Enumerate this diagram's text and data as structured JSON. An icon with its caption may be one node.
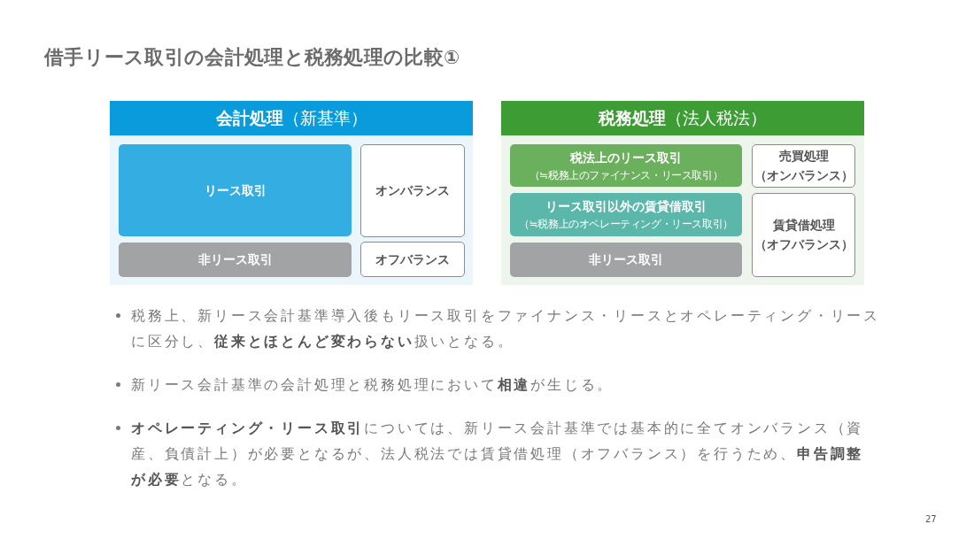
{
  "diagram": {
    "title": "借手リース取引の会計処理と税務処理の比較①",
    "nodes": [
      {
        "text": [
          "**会計処理**（新基準）"
        ]
      },
      {
        "text": [
          "リース取引"
        ],
        "in": 0
      },
      {
        "text": [
          "オンバランス"
        ],
        "in": 0
      },
      {
        "text": [
          "非リース取引"
        ],
        "in": 0
      },
      {
        "text": [
          "オフバランス"
        ],
        "in": 0
      },
      {
        "text": [
          "**税務処理**（法人税法）"
        ]
      },
      {
        "text": [
          "税法上のリース取引",
          "（≒税務上のファイナンス・リース取引）"
        ],
        "in": 5
      },
      {
        "text": [
          "売買処理",
          "（オンバランス）"
        ],
        "in": 5
      },
      {
        "text": [
          "リース取引以外の賃貸借取引",
          "（≒税務上のオペレーティング・リース取引）"
        ],
        "in": 5
      },
      {
        "text": [
          "賃貸借処理",
          "（オフバランス）"
        ],
        "in": 5
      },
      {
        "text": [
          "非リース取引"
        ],
        "in": 5
      }
    ],
    "labels": [
      "税務上、新リース会計基準導入後もリース取引をファイナンス・リースとオペレーティング・リースに区分し、**従来とほとんど変わらない**扱いとなる。",
      "新リース会計基準の会計処理と税務処理において**相違**が生じる。",
      "**オペレーティング・リース取引**については、新リース会計基準では基本的に全てオンバランス（資産、負債計上）が必要となるが、法人税法では賃貸借処理（オフバランス）を行うため、**申告調整が必要**となる。",
      "27"
    ]
  }
}
